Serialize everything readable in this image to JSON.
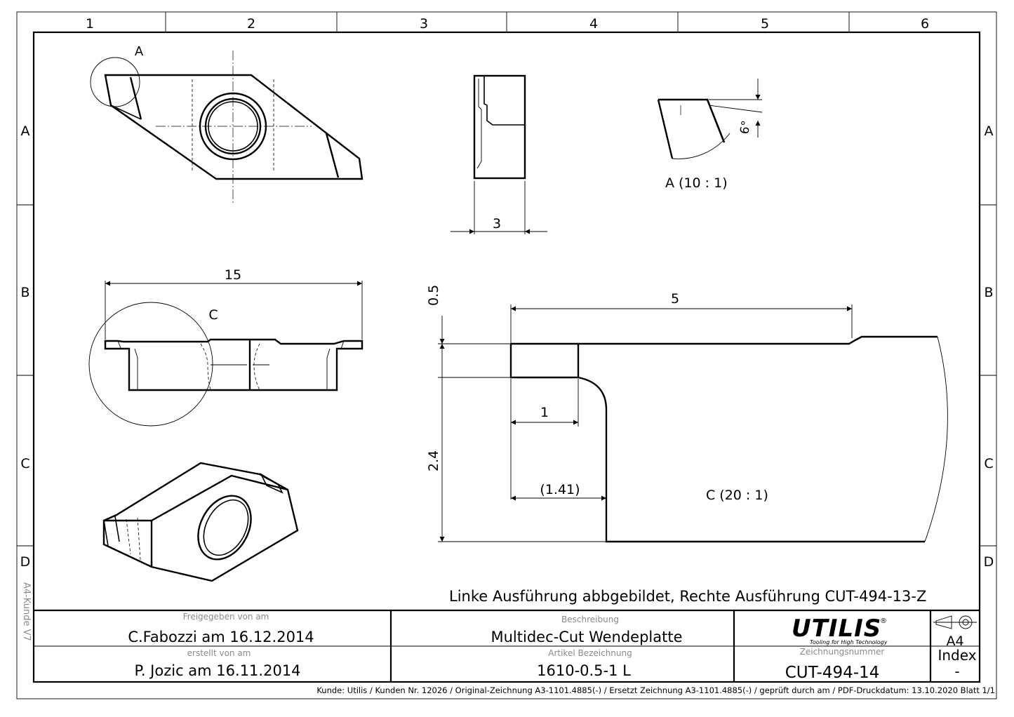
{
  "zones": {
    "columns": [
      "1",
      "2",
      "3",
      "4",
      "5",
      "6"
    ],
    "rows": [
      "A",
      "B",
      "C",
      "D"
    ]
  },
  "side_label": "A4-Kunde V7",
  "views": {
    "detail_a_marker": "A",
    "detail_c_marker": "C",
    "detail_a_caption": "A (10 : 1)",
    "detail_c_caption": "C (20 : 1)"
  },
  "dimensions": {
    "thickness": "3",
    "length": "15",
    "angle": "6°",
    "groove_width": "0.5",
    "cutting_length": "5",
    "land_width": "1",
    "height": "2.4",
    "ref_dimension": "(1.41)"
  },
  "note": "Linke Ausführung abbgebildet, Rechte Ausführung CUT-494-13-Z",
  "title_block": {
    "released_label": "Freigegeben von am",
    "released_value": "C.Fabozzi am 16.12.2014",
    "created_label": "erstellt von am",
    "created_value": "P. Jozic am 16.11.2014",
    "description_label": "Beschreibung",
    "description_value": "Multidec-Cut Wendeplatte",
    "article_label": "Artikel Bezeichnung",
    "article_value": "1610-0.5-1 L",
    "logo_text": "UTILIS",
    "logo_tagline": "Tooling for High Technology",
    "logo_registered": "®",
    "drawing_number_label": "Zeichnungsnummer",
    "drawing_number_value": "CUT-494-14",
    "format": "A4",
    "index_label": "Index",
    "index_value": "-"
  },
  "footer": "Kunde: Utilis / Kunden Nr. 12026 /   Original-Zeichnung A3-1101.4885(-)      /      Ersetzt Zeichnung A3-1101.4885(-) / geprüft durch   am  / PDF-Druckdatum: 13.10.2020  Blatt 1/1"
}
